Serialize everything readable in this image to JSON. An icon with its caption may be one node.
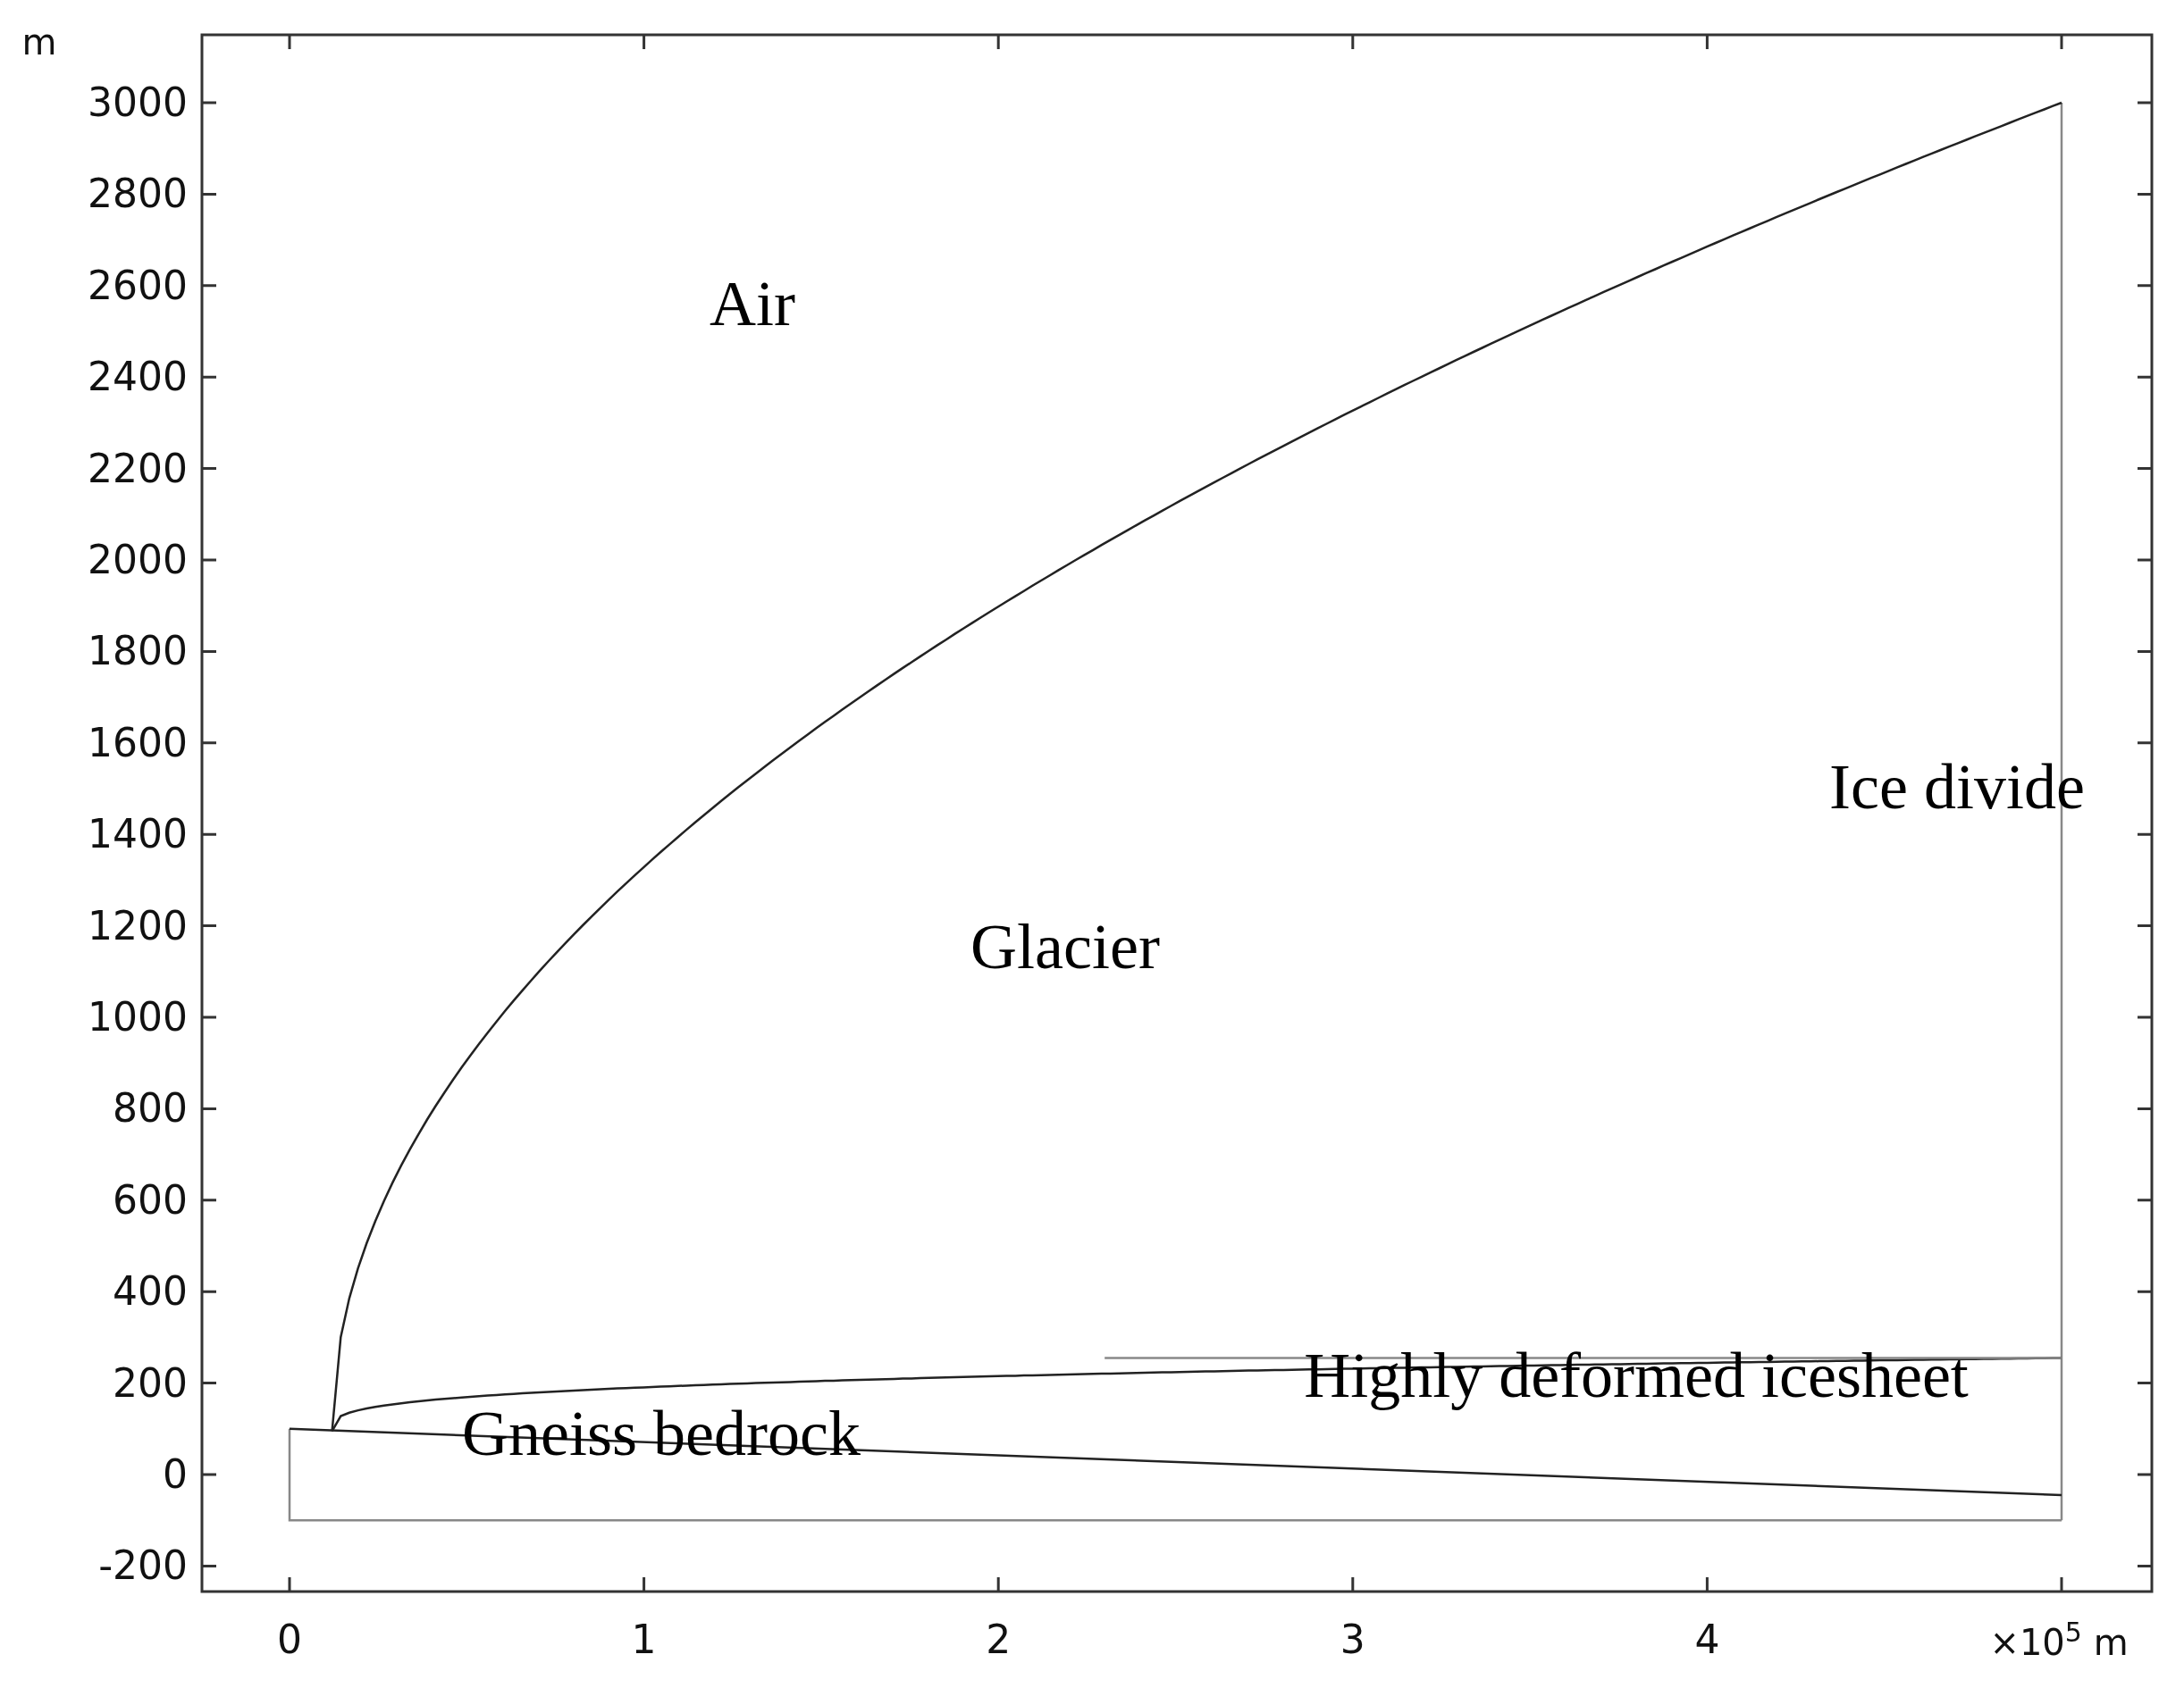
{
  "diagram": {
    "labels": [
      "m",
      "3000",
      "2800",
      "2600",
      "2400",
      "2200",
      "2000",
      "1800",
      "1600",
      "1400",
      "1200",
      "1000",
      "800",
      "600",
      "400",
      "200",
      "0",
      "-200",
      "Air",
      "Ice divide",
      "Glacier",
      "Highly deformed icesheet",
      "Gneiss bedrock",
      "0",
      "1",
      "2",
      "3",
      "4",
      "×10$^{5}$ m"
    ]
  }
}
